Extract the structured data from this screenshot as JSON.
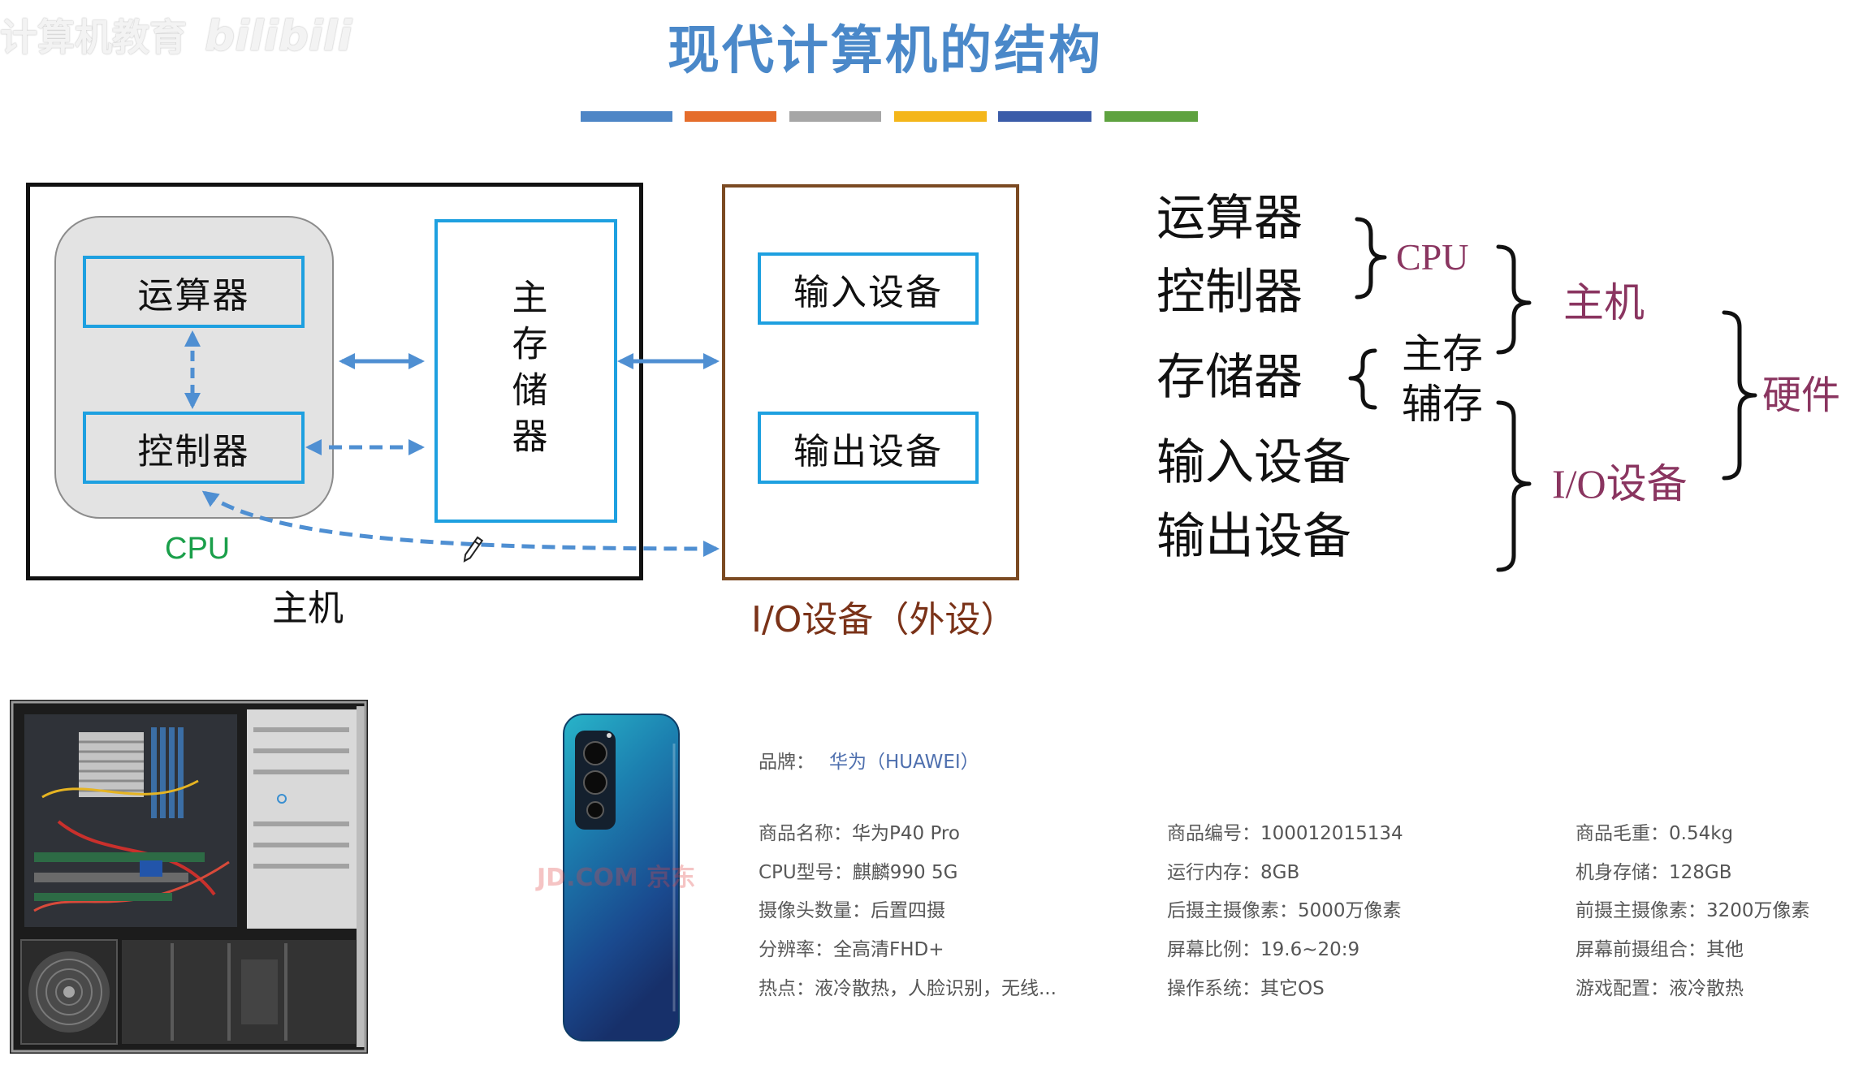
{
  "watermark": {
    "channel": "计算机教育",
    "brand": "bilibili"
  },
  "title": "现代计算机的结构",
  "title_bar_colors": [
    "#4e86c6",
    "#e56d2b",
    "#a6a6a6",
    "#f4b61a",
    "#3b5ca9",
    "#5ea23f"
  ],
  "colors": {
    "title_blue": "#4a88c9",
    "arrow_blue": "#4f8fd2",
    "unit_border": "#1ea0e0",
    "host_border": "#111111",
    "io_border": "#7b4a22",
    "cpu_label_green": "#1a9f4a",
    "io_label": "#7a3218",
    "category_maroon": "#8a3560",
    "brand_value_blue": "#4e6fae"
  },
  "diagram": {
    "alu": "运算器",
    "control_unit": "控制器",
    "cpu_label": "CPU",
    "main_memory": "主存储器",
    "host_label": "主机",
    "input_device": "输入设备",
    "output_device": "输出设备",
    "io_label": "I/O设备（外设）"
  },
  "classification": {
    "components": [
      "运算器",
      "控制器",
      "存储器",
      "输入设备",
      "输出设备"
    ],
    "memory_types": [
      "主存",
      "辅存"
    ],
    "cpu": "CPU",
    "host": "主机",
    "io": "I/O设备",
    "hardware": "硬件"
  },
  "store_watermark": "JD.COM 京东",
  "product": {
    "brand": {
      "label": "品牌：",
      "value": "华为（HUAWEI）"
    },
    "rows": [
      [
        {
          "label": "商品名称：",
          "value": "华为P40 Pro"
        },
        {
          "label": "商品编号：",
          "value": "100012015134"
        },
        {
          "label": "商品毛重：",
          "value": "0.54kg"
        }
      ],
      [
        {
          "label": "CPU型号：",
          "value": "麒麟990 5G"
        },
        {
          "label": "运行内存：",
          "value": "8GB"
        },
        {
          "label": "机身存储：",
          "value": "128GB"
        }
      ],
      [
        {
          "label": "摄像头数量：",
          "value": "后置四摄"
        },
        {
          "label": "后摄主摄像素：",
          "value": "5000万像素"
        },
        {
          "label": "前摄主摄像素：",
          "value": "3200万像素"
        }
      ],
      [
        {
          "label": "分辨率：",
          "value": "全高清FHD+"
        },
        {
          "label": "屏幕比例：",
          "value": "19.6~20:9"
        },
        {
          "label": "屏幕前摄组合：",
          "value": "其他"
        }
      ],
      [
        {
          "label": "热点：",
          "value": "液冷散热，人脸识别，无线..."
        },
        {
          "label": "操作系统：",
          "value": "其它OS"
        },
        {
          "label": "游戏配置：",
          "value": "液冷散热"
        }
      ]
    ]
  }
}
